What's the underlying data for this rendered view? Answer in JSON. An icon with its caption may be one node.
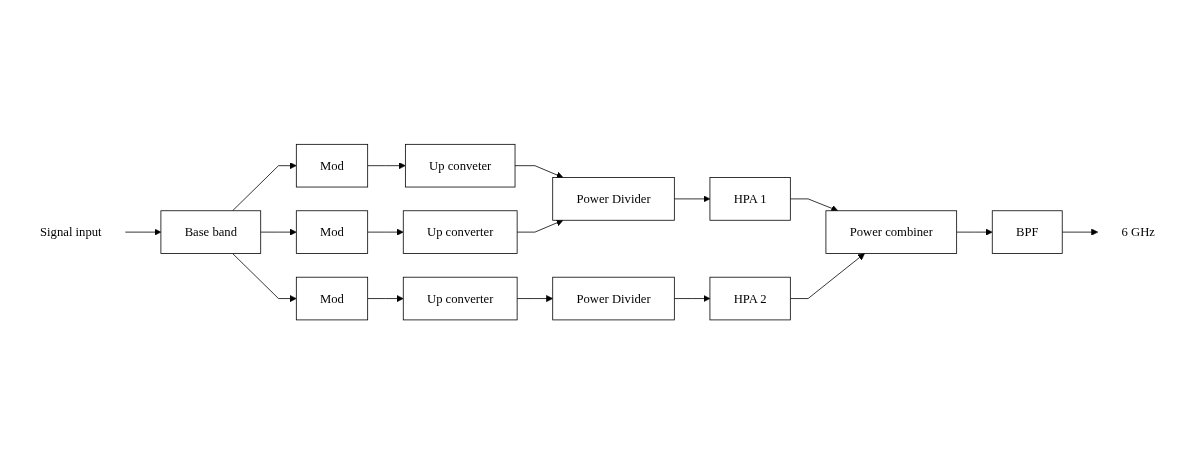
{
  "diagram": {
    "nodes": [
      {
        "text": [
          "Signal input"
        ]
      },
      {
        "text": [
          "Base band"
        ]
      },
      {
        "text": [
          "Mod"
        ]
      },
      {
        "text": [
          "Up conveter"
        ]
      },
      {
        "text": [
          "Mod"
        ]
      },
      {
        "text": [
          "Up converter"
        ]
      },
      {
        "text": [
          "Mod"
        ]
      },
      {
        "text": [
          "Up converter"
        ]
      },
      {
        "text": [
          "Power Divider"
        ]
      },
      {
        "text": [
          "Power Divider"
        ]
      },
      {
        "text": [
          "HPA 1"
        ]
      },
      {
        "text": [
          "HPA 2"
        ]
      },
      {
        "text": [
          "Power combiner"
        ]
      },
      {
        "text": [
          "BPF"
        ]
      },
      {
        "text": [
          "6 GHz"
        ]
      }
    ],
    "edges": [
      {
        "from": 0,
        "to": 1,
        "arrow": "to"
      },
      {
        "from": 1,
        "to": 2,
        "arrow": "to"
      },
      {
        "from": 1,
        "to": 4,
        "arrow": "to"
      },
      {
        "from": 1,
        "to": 6,
        "arrow": "to"
      },
      {
        "from": 2,
        "to": 3,
        "arrow": "to"
      },
      {
        "from": 4,
        "to": 5,
        "arrow": "to"
      },
      {
        "from": 6,
        "to": 7,
        "arrow": "to"
      },
      {
        "from": 3,
        "to": 8,
        "arrow": "to"
      },
      {
        "from": 5,
        "to": 8,
        "arrow": "to"
      },
      {
        "from": 7,
        "to": 9,
        "arrow": "to"
      },
      {
        "from": 8,
        "to": 10,
        "arrow": "to"
      },
      {
        "from": 9,
        "to": 11,
        "arrow": "to"
      },
      {
        "from": 10,
        "to": 12,
        "arrow": "to"
      },
      {
        "from": 11,
        "to": 12,
        "arrow": "to"
      },
      {
        "from": 12,
        "to": 13,
        "arrow": "to"
      },
      {
        "from": 13,
        "to": 14,
        "arrow": "to"
      }
    ]
  }
}
